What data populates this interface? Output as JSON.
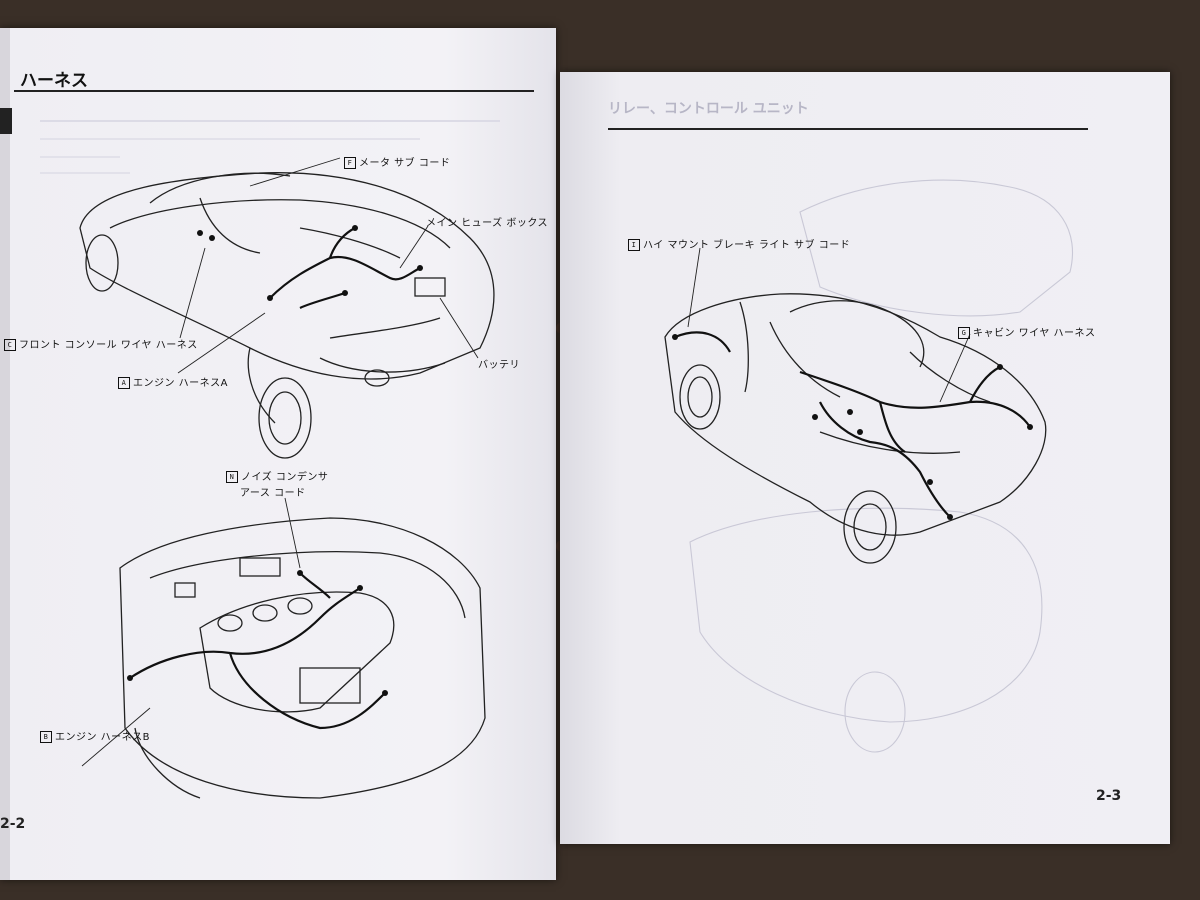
{
  "left_page": {
    "section_title": "ハーネス",
    "page_number": "2-2",
    "labels": {
      "f": {
        "key": "F",
        "text": "メータ サブ コード"
      },
      "main_fuse": "メイン ヒューズ ボックス",
      "c": {
        "key": "C",
        "text": "フロント コンソール ワイヤ ハーネス"
      },
      "a": {
        "key": "A",
        "text": "エンジン ハーネスA"
      },
      "battery": "バッテリ",
      "n": {
        "key": "N",
        "text": "ノイズ コンデンサ"
      },
      "n2": "アース コード",
      "b": {
        "key": "B",
        "text": "エンジン ハーネスB"
      }
    }
  },
  "right_page": {
    "faint_title": "リレー、コントロール ユニット",
    "page_number": "2-3",
    "labels": {
      "i": {
        "key": "I",
        "text": "ハイ マウント ブレーキ ライト サブ コード"
      },
      "g": {
        "key": "G",
        "text": "キャビン ワイヤ ハーネス"
      }
    }
  },
  "colors": {
    "paper": "#f1f0f4",
    "background": "#3a2f27",
    "ink": "#111111",
    "faint_ink": "#b7b6c6"
  }
}
